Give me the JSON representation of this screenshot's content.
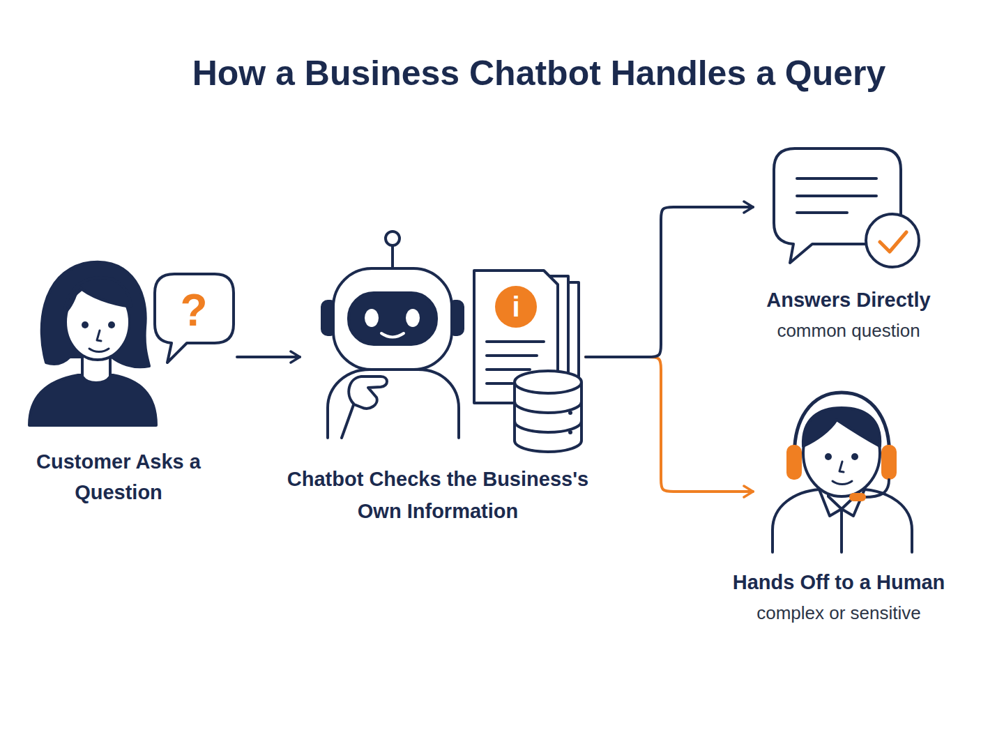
{
  "diagram": {
    "title": "How a Business Chatbot Handles a Query",
    "nodes": [
      {
        "text": [
          "Customer Asks a Question"
        ]
      },
      {
        "text": [
          "Chatbot Checks the Business's Own Information"
        ]
      },
      {
        "text": [
          "Answers Directly",
          "common question"
        ]
      },
      {
        "text": [
          "Hands Off to a Human",
          "complex or sensitive"
        ]
      }
    ],
    "edges": [
      {
        "from": 0,
        "to": 1,
        "arrow": "to"
      },
      {
        "from": 1,
        "to": 2,
        "arrow": "to"
      },
      {
        "from": 1,
        "to": 3,
        "arrow": "to"
      }
    ],
    "labels": [
      "?",
      "i"
    ]
  }
}
